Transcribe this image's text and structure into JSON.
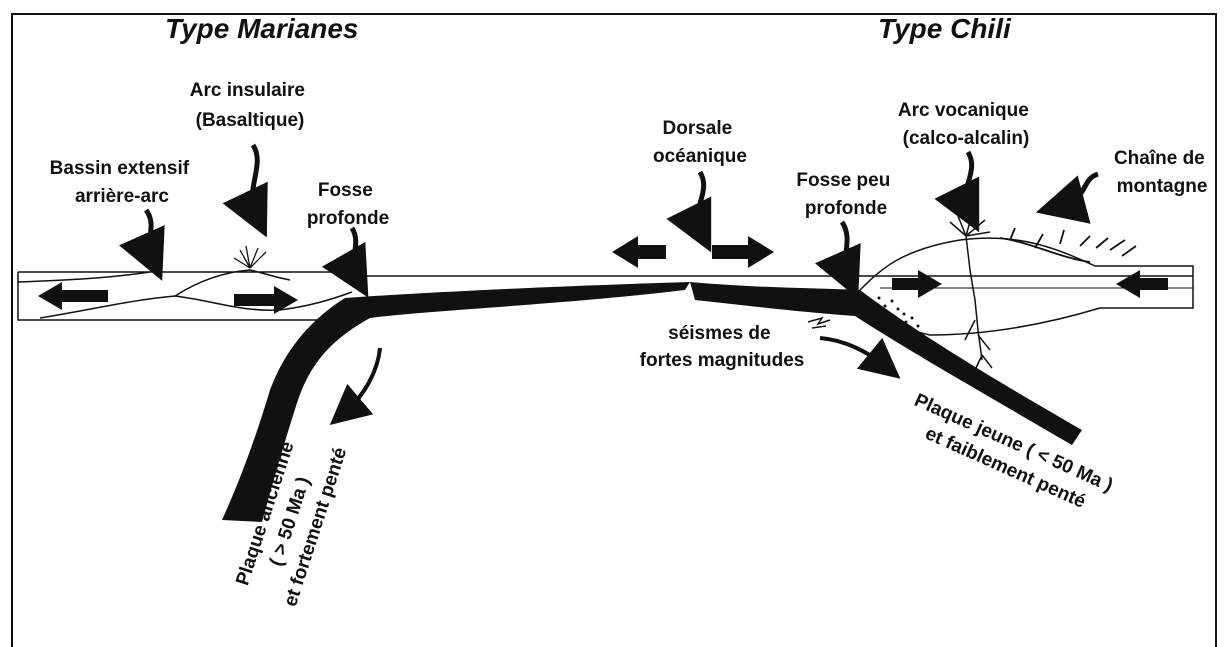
{
  "titles": {
    "left": "Type Marianes",
    "right": "Type Chili"
  },
  "labels": {
    "arc_insulaire": [
      "Arc insulaire",
      "(Basaltique)"
    ],
    "bassin": [
      "Bassin extensif",
      "arrière-arc"
    ],
    "fosse_profonde": [
      "Fosse",
      "profonde"
    ],
    "dorsale": [
      "Dorsale",
      "océanique"
    ],
    "fosse_peu_profonde": [
      "Fosse peu",
      "profonde"
    ],
    "arc_volcanique": [
      "Arc vocanique",
      "(calco-alcalin)"
    ],
    "chaine": [
      "Chaîne de",
      "montagne"
    ],
    "seismes": [
      "séismes de",
      "fortes magnitudes"
    ],
    "plaque_ancienne": [
      "Plaque ancienne",
      "( > 50 Ma )",
      "et fortement penté"
    ],
    "plaque_jeune": [
      "Plaque jeune ( < 50 Ma )",
      "et faiblement penté"
    ]
  },
  "colors": {
    "ink": "#111111",
    "background": "#ffffff"
  }
}
